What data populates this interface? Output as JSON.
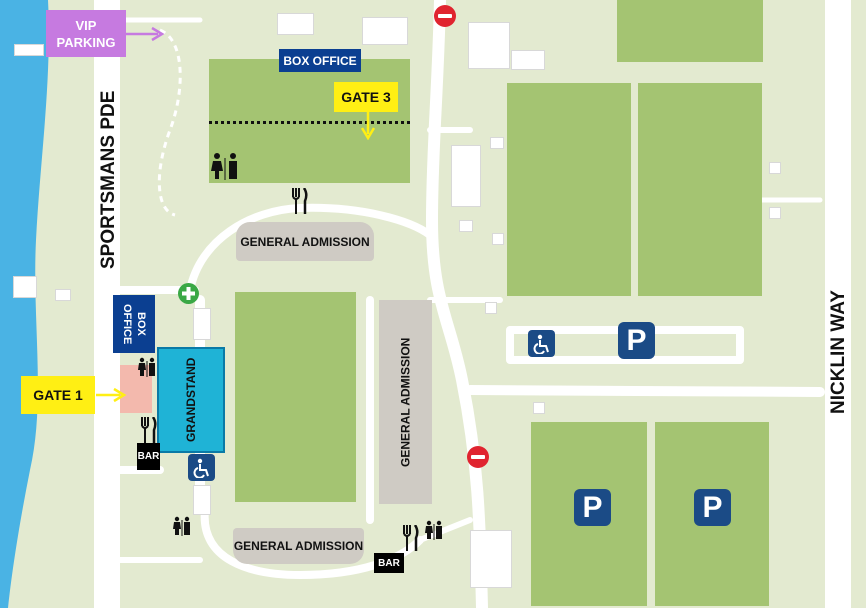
{
  "labels": {
    "vip_parking": "VIP\nPARKING",
    "street_west": "SPORTSMANS PDE",
    "street_east": "NICKLIN WAY",
    "box_office_top": "BOX OFFICE",
    "box_office_side": "BOX\nOFFICE",
    "gate3": "GATE 3",
    "gate1": "GATE 1",
    "grandstand": "GRANDSTAND",
    "ga_top": "GENERAL ADMISSION",
    "ga_right": "GENERAL ADMISSION",
    "ga_bottom": "GENERAL ADMISSION",
    "bar_left": "BAR",
    "bar_bottom": "BAR",
    "parking_symbol": "P"
  },
  "icons": [
    "restroom-icon",
    "food-icon",
    "first-aid-icon",
    "accessible-icon",
    "no-entry-icon",
    "parking-icon",
    "arrow-icon"
  ],
  "colors": {
    "water": "#4ab3e4",
    "field": "#a4c472",
    "sign_blue": "#0b3f91",
    "sign_yellow": "#ffef14",
    "vip_purple": "#c67ae0",
    "grandstand": "#1fb3d6",
    "no_entry": "#e0242f",
    "parking": "#1b4b86"
  }
}
